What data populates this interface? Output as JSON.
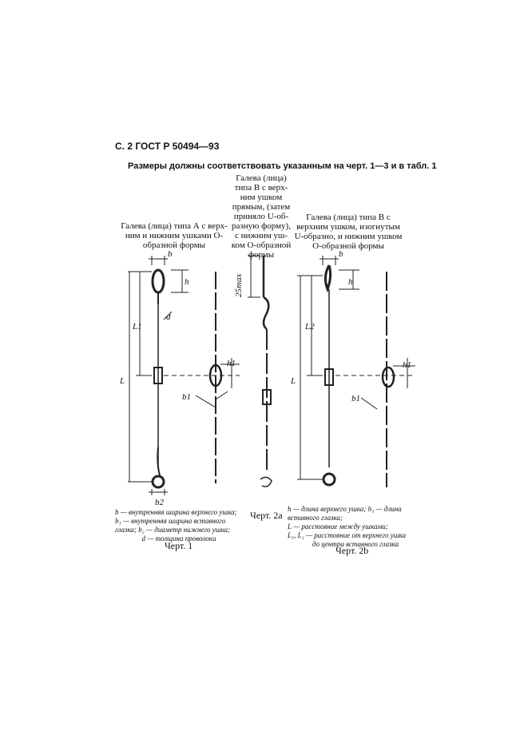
{
  "header": {
    "page_ref": "С. 2 ГОСТ Р 50494—93"
  },
  "intro": "Размеры должны соответствовать указанным на черт. 1—3 и в табл. 1",
  "captions": {
    "type_a": [
      "Галева (лица) типа А с верх-",
      "ним и нижним ушками О-",
      "образной формы"
    ],
    "type_b_straight": [
      "Галева (лица)",
      "типа В с верх-",
      "ним ушком",
      "прямым, (затем",
      "приняло U-об-",
      "разную форму),",
      "с нижним уш-",
      "ком О-образной",
      "формы"
    ],
    "type_b_bent": [
      "Галева (лица) типа В с",
      "верхним ушком, изогнутым",
      "U-образно, и нижним ушком",
      "О-образной формы"
    ]
  },
  "dims": {
    "b": "b",
    "h": "h",
    "d": "d",
    "L1": "L1",
    "L2": "L2",
    "L": "L",
    "h1": "h1",
    "b1": "b1",
    "b2": "b2",
    "max25": "25max"
  },
  "legend_left": [
    "b — внутренняя ширина верхнего ушка;",
    "b₁ — внутренняя ширина вставного",
    "глазка; b₂ — диаметр нижнего ушка;",
    "d — толщина проволоки"
  ],
  "legend_right": [
    "h — длина верхнего ушка; h₁ — длина",
    "вставного глазка;",
    "L — расстояние между ушками;",
    "L₁, L₂ — расстояние от верхнего ушка",
    "до центра вставного глазка"
  ],
  "figure_labels": {
    "fig1": "Черт. 1",
    "fig2a": "Черт. 2a",
    "fig2b": "Черт. 2b"
  }
}
